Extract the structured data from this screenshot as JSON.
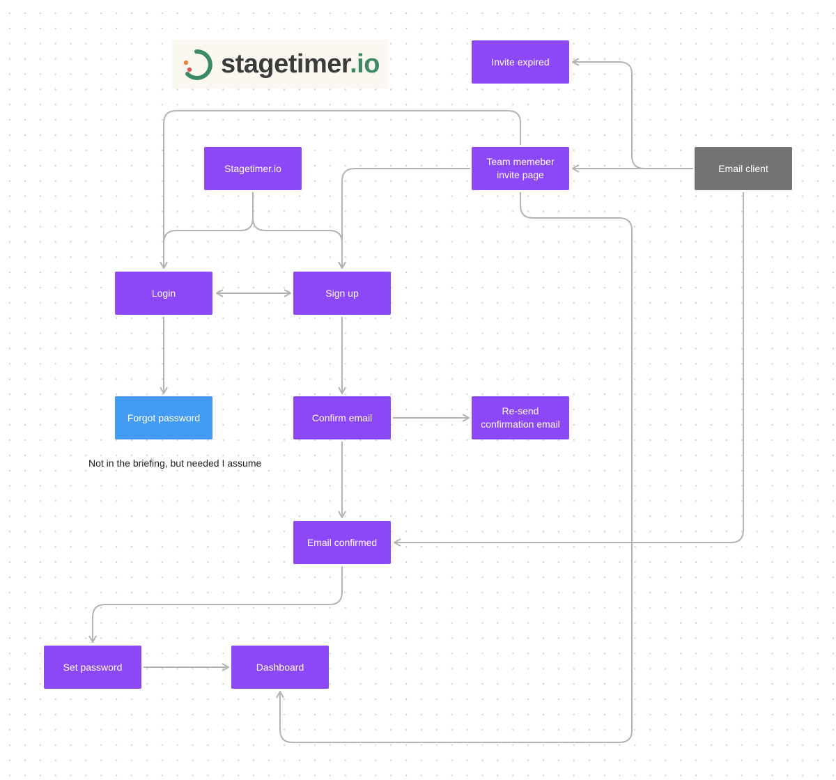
{
  "logo": {
    "name": "stagetimer",
    "tld": ".io",
    "colors": {
      "text": "#3b3b3b",
      "accent": "#3b8a64",
      "orange": "#e8833a",
      "red": "#d9534f"
    }
  },
  "nodes": {
    "invite_expired": "Invite expired",
    "stagetimer": "Stagetimer.io",
    "team_invite": "Team memeber\ninvite page",
    "email_client": "Email client",
    "login": "Login",
    "signup": "Sign up",
    "forgot_password": "Forgot password",
    "confirm_email": "Confirm email",
    "resend": "Re-send\nconfirmation email",
    "email_confirmed": "Email confirmed",
    "set_password": "Set password",
    "dashboard": "Dashboard"
  },
  "note": "Not in the briefing, but needed I assume",
  "colors": {
    "node_purple": "#8c47f6",
    "node_blue": "#439bf3",
    "node_gray": "#737373",
    "connector": "#b3b3b3",
    "canvas_dot": "#d0d0d0"
  }
}
